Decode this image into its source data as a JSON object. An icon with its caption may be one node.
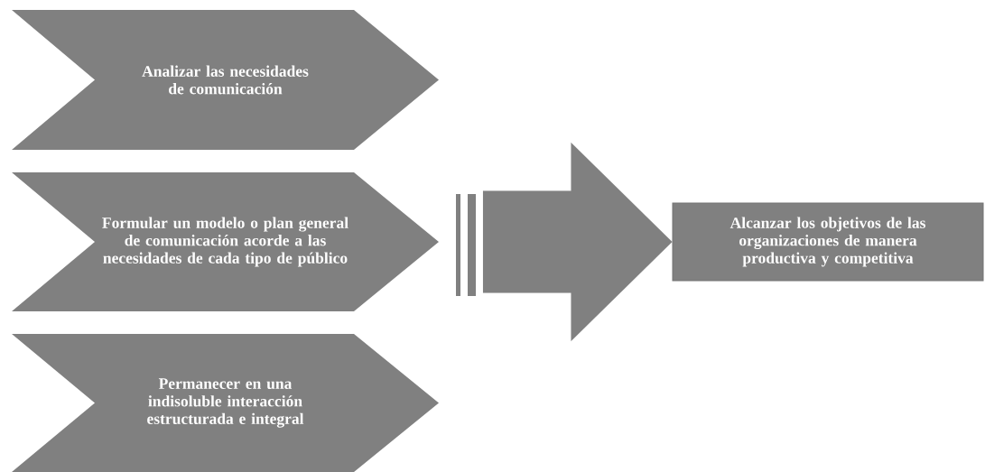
{
  "diagram": {
    "nodes": [
      {
        "text": [
          "Analizar las necesidades de comunicación"
        ]
      },
      {
        "text": [
          "Formular un modelo o plan general de comunicación acorde a las necesidades de cada tipo de público"
        ]
      },
      {
        "text": [
          "Permanecer en una indisoluble interacción estructurada e integral"
        ]
      },
      {
        "text": [
          "Alcanzar los objetivos de las organizaciones de manera productiva y competitiva"
        ]
      }
    ],
    "edges": [
      {
        "from": null,
        "to": 3,
        "arrow": "to"
      }
    ]
  }
}
